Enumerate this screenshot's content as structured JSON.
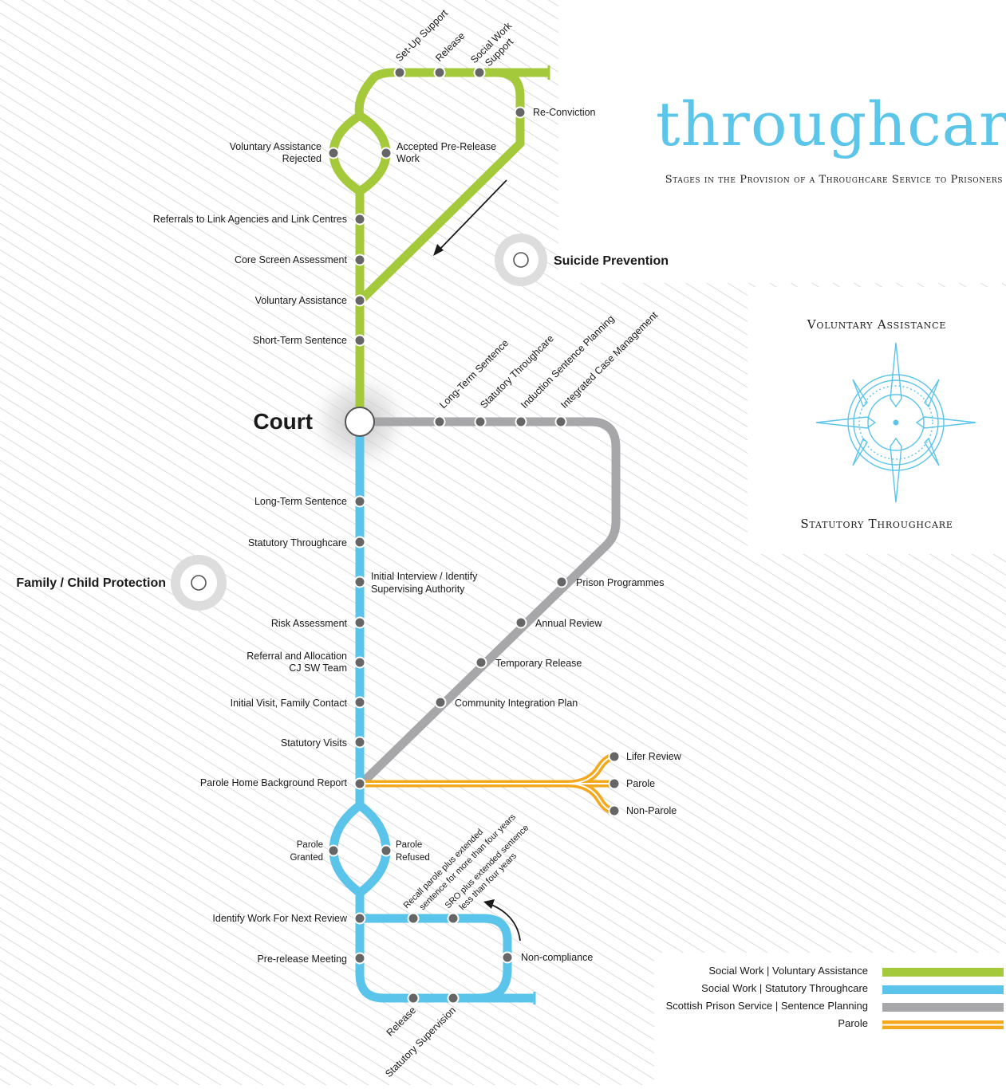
{
  "title": "throughcare",
  "subtitle": "Stages in the Provision of a Throughcare Service to Prisoners",
  "colors": {
    "voluntary": "#a4c93a",
    "statutory": "#5bc4ea",
    "prison": "#a7a7aa",
    "parole": "#f3a81d",
    "station": "#666666",
    "accent": "#5cc6ea"
  },
  "hub": {
    "label": "Court"
  },
  "callouts": {
    "suicide": "Suicide Prevention",
    "family": "Family / Child Protection"
  },
  "compass": {
    "top_label": "Voluntary Assistance",
    "bottom_label": "Statutory Throughcare",
    "icon": "compass-rose-icon"
  },
  "voluntary_line": {
    "set_up_support": "Set-Up Support",
    "release": "Release",
    "social_work_support_1": "Social Work",
    "social_work_support_2": "Support",
    "re_conviction": "Re-Conviction",
    "va_rejected_1": "Voluntary Assistance",
    "va_rejected_2": "Rejected",
    "accepted_1": "Accepted Pre-Release",
    "accepted_2": "Work",
    "referrals": "Referrals to Link Agencies and Link Centres",
    "core_screen": "Core Screen Assessment",
    "voluntary_assistance": "Voluntary Assistance",
    "short_term": "Short-Term Sentence"
  },
  "prison_line": {
    "long_term": "Long-Term Sentence",
    "statutory": "Statutory Throughcare",
    "induction": "Induction Sentence Planning",
    "integrated": "Integrated Case Management",
    "programmes": "Prison Programmes",
    "annual": "Annual Review",
    "temporary": "Temporary Release",
    "community": "Community Integration Plan"
  },
  "statutory_line": {
    "long_term": "Long-Term Sentence",
    "statutory": "Statutory Throughcare",
    "initial_interview_1": "Initial Interview / Identify",
    "initial_interview_2": "Supervising Authority",
    "risk": "Risk Assessment",
    "referral_1": "Referral and Allocation",
    "referral_2": "CJ SW Team",
    "initial_visit": "Initial Visit, Family Contact",
    "statutory_visits": "Statutory Visits",
    "parole_home": "Parole Home Background Report",
    "parole_granted_1": "Parole",
    "parole_granted_2": "Granted",
    "parole_refused_1": "Parole",
    "parole_refused_2": "Refused",
    "identify_work": "Identify Work For Next Review",
    "pre_release": "Pre-release Meeting",
    "recall_1": "Recall parole plus extended",
    "recall_2": "sentence for more than four years",
    "sro_1": "SRO plus extended sentence",
    "sro_2": "less than four years",
    "non_compliance": "Non-compliance",
    "release": "Release",
    "statutory_supervision": "Statutory Supervision"
  },
  "parole_line": {
    "lifer": "Lifer Review",
    "parole": "Parole",
    "non_parole": "Non-Parole"
  },
  "legend": [
    {
      "label": "Social Work  |  Voluntary Assistance",
      "color": "#a4c93a",
      "style": "solid"
    },
    {
      "label": "Social Work  |  Statutory Throughcare",
      "color": "#5bc4ea",
      "style": "solid"
    },
    {
      "label": "Scottish Prison Service  |  Sentence Planning",
      "color": "#a7a7aa",
      "style": "solid"
    },
    {
      "label": "Parole",
      "color": "#f3a81d",
      "style": "double"
    }
  ]
}
